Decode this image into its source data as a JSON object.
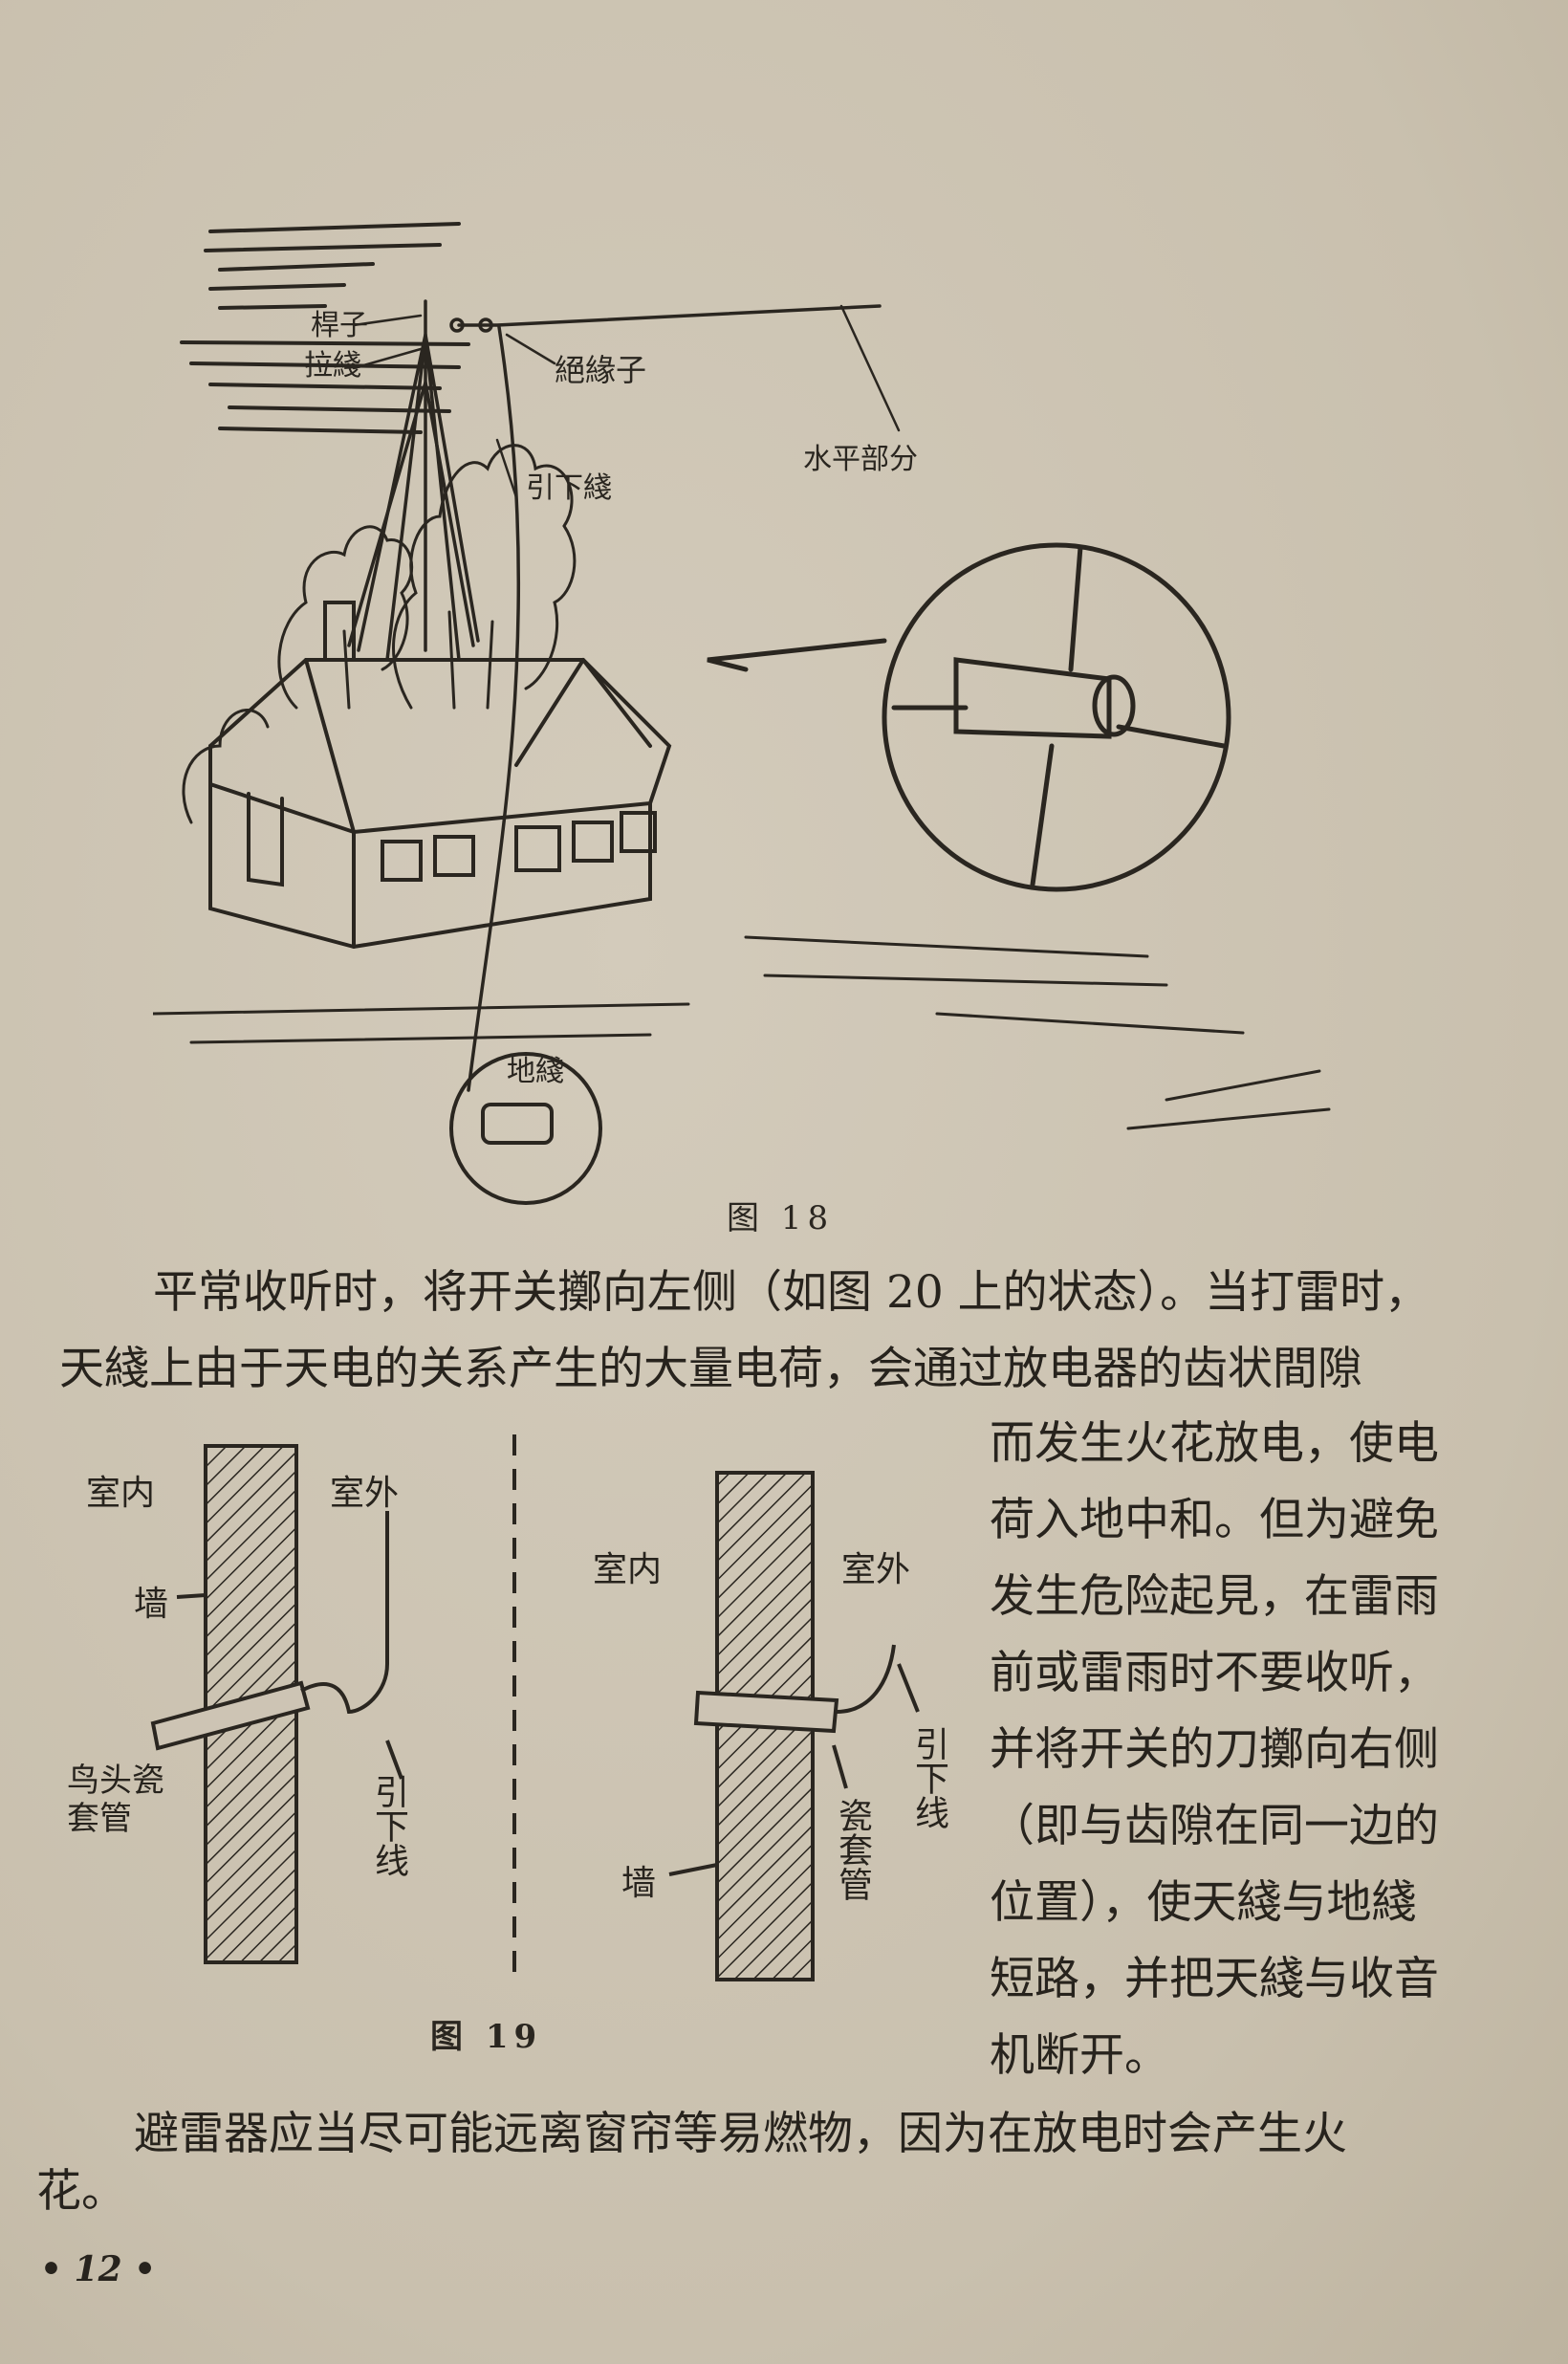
{
  "figure18": {
    "caption": "图 18",
    "labels": {
      "pole": "桿子",
      "guy_wire": "拉綫",
      "insulator": "絕緣子",
      "downlead": "引下綫",
      "horizontal": "水平部分",
      "ground": "地綫"
    }
  },
  "paragraph1": {
    "line1": "平常收听时，将开关擲向左侧（如图 20 上的状态）。当打雷时，",
    "line2": "天綫上由于天电的关系产生的大量电荷，会通过放电器的齿状間隙"
  },
  "side_text": [
    "而发生火花放电，使电",
    "荷入地中和。但为避免",
    "发生危险起見，在雷雨",
    "前或雷雨时不要收听，",
    "并将开关的刀擲向右侧",
    "（即与齿隙在同一边的",
    "位置），使天綫与地綫",
    "短路，并把天綫与收音",
    "机断开。"
  ],
  "figure19": {
    "caption": "图 19",
    "left": {
      "indoor": "室内",
      "outdoor": "室外",
      "wall": "墙",
      "tube": "鸟头瓷套管",
      "downlead": "引下线"
    },
    "right": {
      "indoor": "室内",
      "outdoor": "室外",
      "wall": "墙",
      "tube": "瓷套管",
      "downlead": "引下线"
    }
  },
  "paragraph2": {
    "line1": "避雷器应当尽可能远离窗帘等易燃物，因为在放电时会产生火",
    "line2": "花。"
  },
  "page_number": "• 12 •"
}
